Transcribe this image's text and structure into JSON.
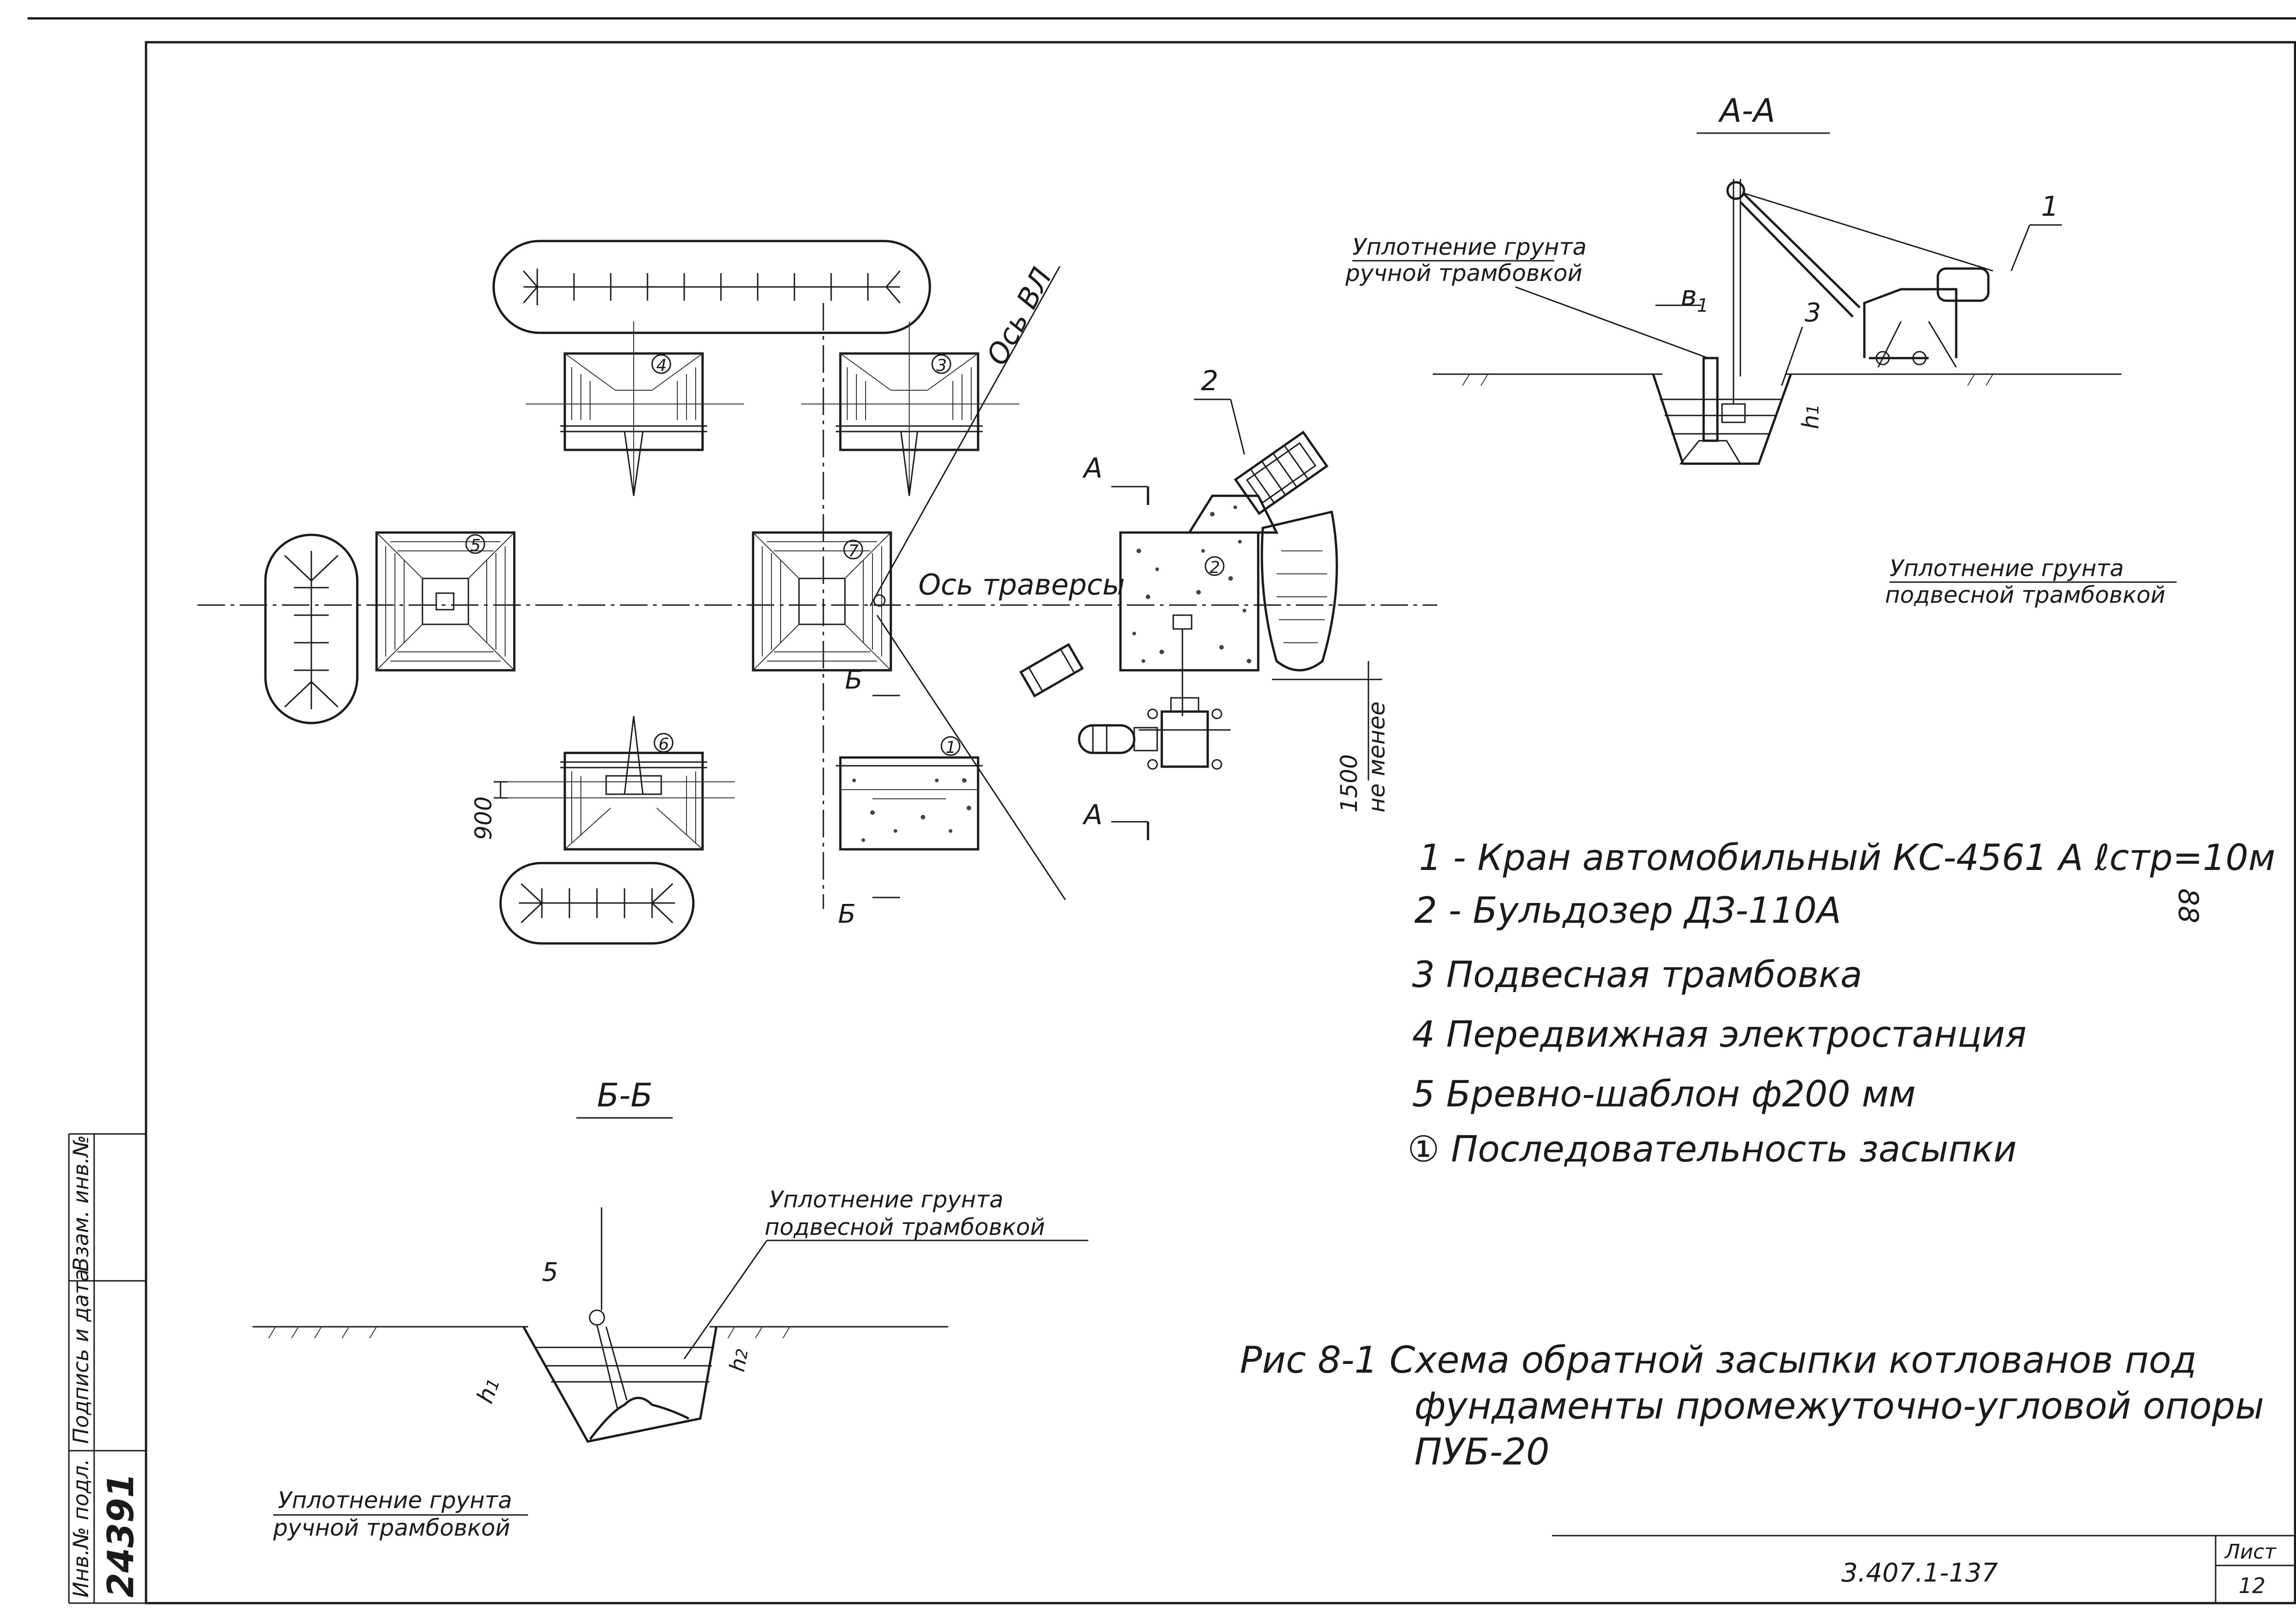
{
  "section_labels": {
    "aa": "А-А",
    "bb": "Б-Б",
    "cut_a_top": "А",
    "cut_a_bottom": "А",
    "cut_b_top": "Б",
    "cut_b_bottom": "Б"
  },
  "axis_labels": {
    "vl": "Ось ВЛ",
    "traverse": "Ось траверсы"
  },
  "plan": {
    "pit_numbers": [
      "4",
      "3",
      "5",
      "7",
      "2",
      "6",
      "1"
    ],
    "dim_900": "900",
    "dim_1500": "1500",
    "dim_1500_note": "не менее",
    "leader_2": "2"
  },
  "section_aa": {
    "hand_tamping": [
      "Уплотнение грунта",
      "ручной трамбовкой"
    ],
    "suspended_tamping": [
      "Уплотнение грунта",
      "подвесной трамбовкой"
    ],
    "label_1": "1",
    "label_3": "3",
    "label_b1": "в",
    "label_b1_sub": "1",
    "label_h1": "h",
    "label_h1_sub": "1"
  },
  "section_bb": {
    "suspended_tamping": [
      "Уплотнение грунта",
      "подвесной трамбовкой"
    ],
    "hand_tamping": [
      "Уплотнение грунта",
      "ручной трамбовкой"
    ],
    "label_5": "5",
    "label_h1": "h",
    "label_h1_sub": "1",
    "label_h2": "h",
    "label_h2_sub": "2"
  },
  "legend": [
    "1 - Кран автомобильный КС-4561 А  ℓстр=10м",
    "2 - Бульдозер  ДЗ-110А",
    "3  Подвесная трамбовка",
    "4  Передвижная электростанция",
    "5  Бревно-шаблон  ф200 мм",
    "①  Последовательность засыпки"
  ],
  "caption": [
    "Рис 8-1   Схема обратной засыпки котлованов под",
    "фундаменты промежуточно-угловой опоры",
    "ПУБ-20"
  ],
  "page_number": "88",
  "stamp": {
    "inv_original": "Инв.№ подл.",
    "signature_date": "Подпись и дата",
    "replacement_inv": "Взам. инв.№",
    "inv_number": "24391"
  },
  "title_block": {
    "doc_code": "3.407.1-137",
    "sheet_label": "Лист",
    "sheet_number": "12"
  }
}
